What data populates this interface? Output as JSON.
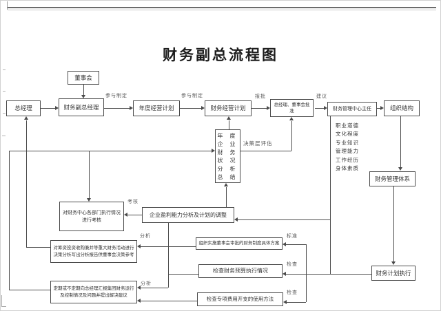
{
  "title": "财务副总流程图",
  "nodes": {
    "dongshihui": "董事会",
    "zongjingli": "总经理",
    "fuzong": "财务副总经理",
    "niandu_jihua": "年度经营计划",
    "caiwu_jingying": "财务经营计划",
    "pizhun": "总经理、董事会批准",
    "zhongxin_zhuren": "财务管理中心主任",
    "zuzhi_jiegou": "组织结构",
    "guanli_tixi": "财务管理体系",
    "jihua_zhixing": "财务计划执行",
    "yingli": "企业盈利能力分析及计划的调整",
    "bumen_kaohe": "对财务中心各部门执行情况进行考核",
    "zhongda_fenxi": "对筹资投资收购兼并等重大财务活动进行决策分析写出分析报告供董事会决策参考",
    "huibao": "定期或不定期向总经理汇报集团财务运行及控制情况及问题并提出解决建议",
    "zhidu_fangan": "组织实施董事会审批的财务制度具体方案",
    "yusuan_jiancha": "检查财务预算执行情况",
    "feiyong_jiancha": "检查专项费用开支的使用方法"
  },
  "summary_box": {
    "lines": [
      "年 度",
      "企 业",
      "财 务",
      "状 况",
      "分 析",
      "总 结"
    ]
  },
  "qualities": [
    "职业道德",
    "文化程度",
    "专业知识",
    "管理能力",
    "工作经历",
    "身体素质"
  ],
  "edge_labels": {
    "canyu1": "参与制定",
    "canyu2": "参与制定",
    "baopi": "报批",
    "jianyi": "建议",
    "juece": "决策层评估",
    "kaohe": "考核",
    "fenxi1": "分析",
    "fenxi2": "分析",
    "biaozhun": "标准",
    "jiancha1": "检查",
    "jiancha2": "检查"
  },
  "colors": {
    "line": "#4a4a4a",
    "text": "#333333",
    "label": "#555555",
    "background": "#ffffff",
    "page_border": "#d0d0d0",
    "rule": "#6b6b6b"
  }
}
